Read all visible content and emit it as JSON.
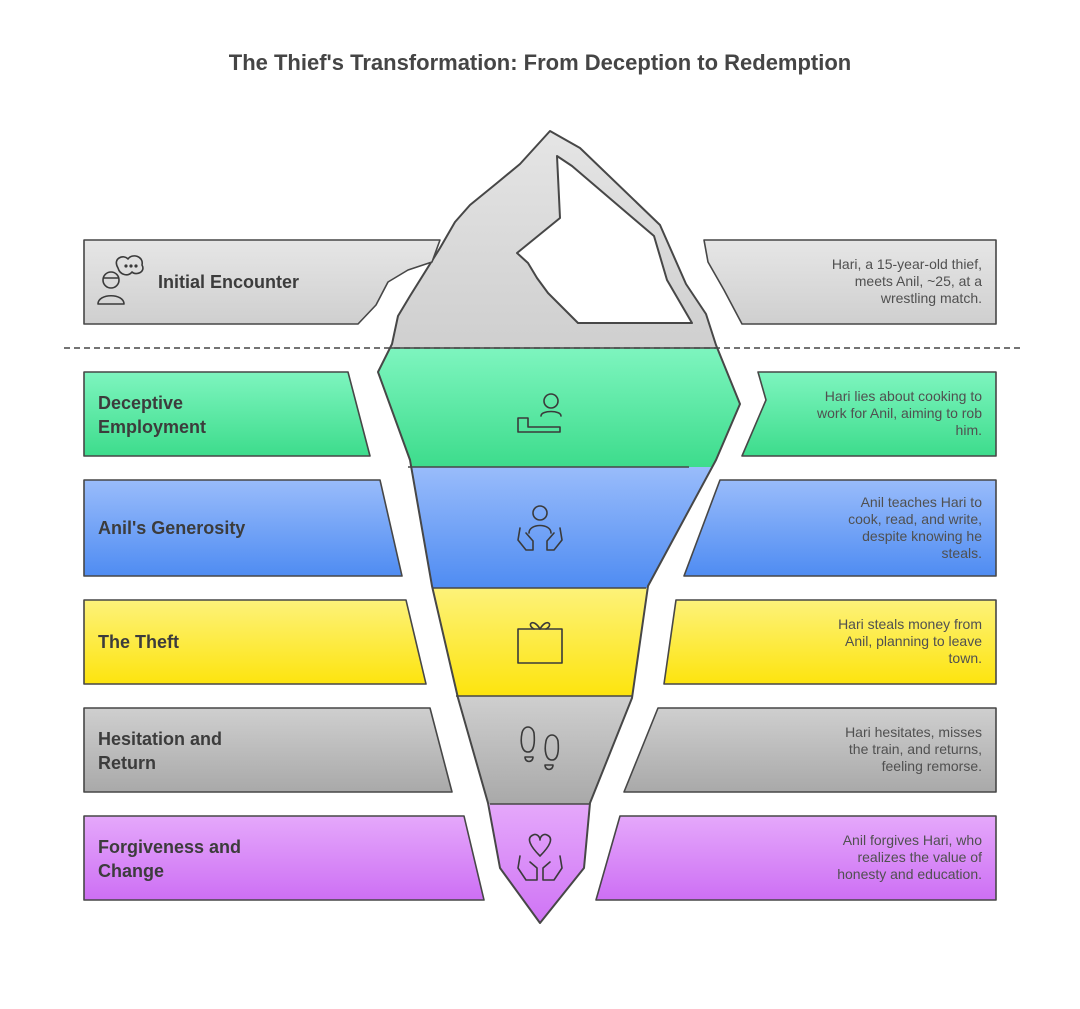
{
  "title": "The Thief's Transformation: From Deception to Redemption",
  "colors": {
    "gray": "#d9d9d9",
    "green": "#4ee49a",
    "blue": "#5b94f3",
    "yellow": "#fde92e",
    "gray2": "#b7b7b7",
    "purple": "#d57ef6",
    "stroke": "#474747"
  },
  "stages": [
    {
      "label": "Initial Encounter",
      "description": "Hari, a 15-year-old thief, meets Anil, ~25, at a wrestling match.",
      "icon": "thinking-person-icon"
    },
    {
      "label": "Deceptive Employment",
      "description": "Hari lies about cooking to work for Anil, aiming to rob him.",
      "icon": "waiter-serving-icon"
    },
    {
      "label": "Anil's Generosity",
      "description": "Anil teaches Hari to cook, read, and write, despite knowing he steals.",
      "icon": "open-hands-person-icon"
    },
    {
      "label": "The Theft",
      "description": "Hari steals money from Anil, planning to leave town.",
      "icon": "gift-box-icon"
    },
    {
      "label": "Hesitation and Return",
      "description": "Hari hesitates, misses the train, and returns, feeling remorse.",
      "icon": "footprints-icon"
    },
    {
      "label": "Forgiveness and Change",
      "description": "Anil forgives Hari, who realizes the value of honesty and education.",
      "icon": "heart-hands-icon"
    }
  ]
}
